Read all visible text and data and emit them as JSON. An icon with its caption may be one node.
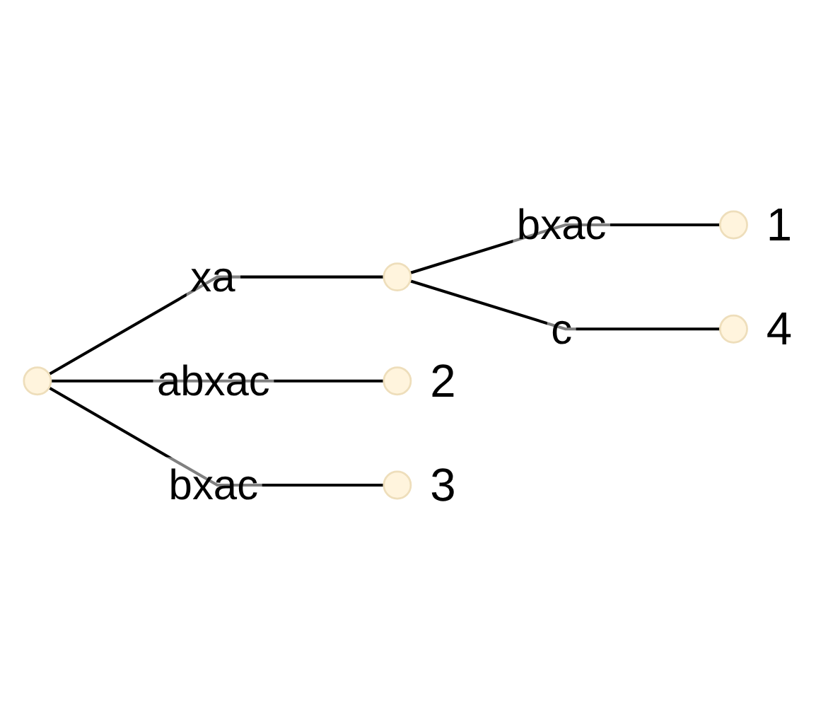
{
  "diagram": {
    "nodes": [
      {
        "text": [],
        "shape": "circle"
      },
      {
        "text": [],
        "shape": "circle"
      },
      {
        "text": [],
        "shape": "circle",
        "beside": [
          "1"
        ]
      },
      {
        "text": [],
        "shape": "circle",
        "beside": [
          "4"
        ]
      },
      {
        "text": [],
        "shape": "circle",
        "beside": [
          "2"
        ]
      },
      {
        "text": [],
        "shape": "circle",
        "beside": [
          "3"
        ]
      }
    ],
    "edges": [
      {
        "from": 0,
        "to": 1,
        "arrow": "none",
        "label": "xa"
      },
      {
        "from": 1,
        "to": 2,
        "arrow": "none",
        "label": "bxac"
      },
      {
        "from": 1,
        "to": 3,
        "arrow": "none",
        "label": "c"
      },
      {
        "from": 0,
        "to": 4,
        "arrow": "none",
        "label": "abxac"
      },
      {
        "from": 0,
        "to": 5,
        "arrow": "none",
        "label": "bxac"
      }
    ]
  }
}
